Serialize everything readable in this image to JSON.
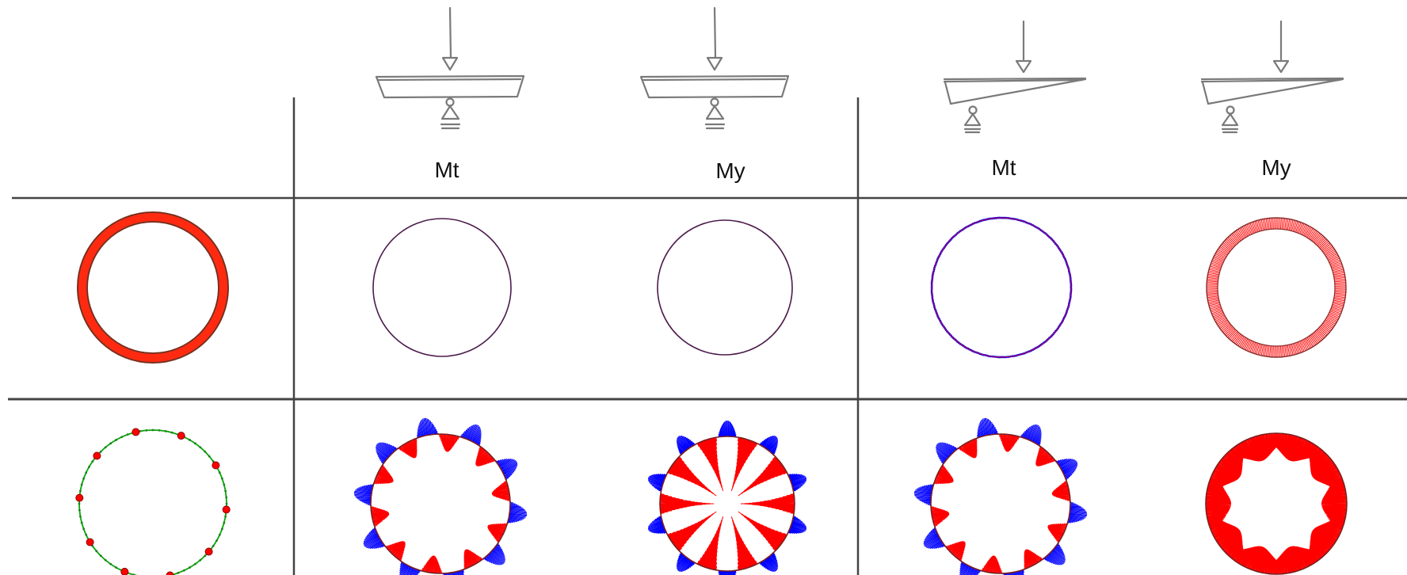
{
  "columns": [
    {
      "label": "Mt",
      "support": "symmetric"
    },
    {
      "label": "My",
      "support": "symmetric"
    },
    {
      "label": "Mt",
      "support": "tapered"
    },
    {
      "label": "My",
      "support": "tapered"
    }
  ],
  "colors": {
    "grid": "#444444",
    "sketch": "#7a7a7a",
    "positive": "#ff0000",
    "negative": "#0000ff",
    "ring": "#7a1f1f",
    "thin_ring": "#4b1b4b",
    "stiffener_ring": "#00aa00"
  },
  "row1": {
    "reference": "thick-red-ring",
    "cells": [
      "thin-ring",
      "thin-ring",
      "blue-red-edge-ring",
      "red-hatched-ring"
    ]
  },
  "row2": {
    "reference": "stiffened-ring",
    "stiffener_count": 10,
    "cells": [
      {
        "pattern": "Mt",
        "lobes": 10
      },
      {
        "pattern": "My",
        "lobes": 10
      },
      {
        "pattern": "Mt",
        "lobes": 10
      },
      {
        "pattern": "My",
        "lobes": 10
      }
    ]
  }
}
